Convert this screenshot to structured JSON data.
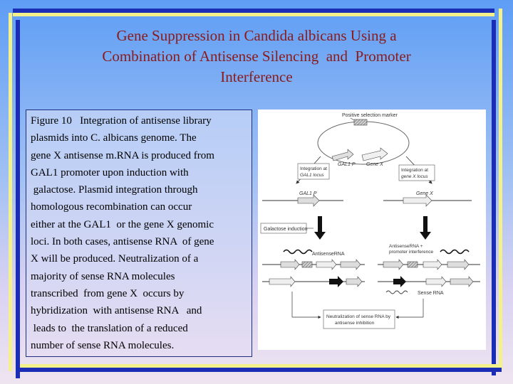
{
  "slide": {
    "title_lines": [
      "Gene Suppression in Candida albicans Using a",
      "Combination of Antisense Silencing  and  Promoter",
      "Interference"
    ],
    "caption_lines": [
      "Figure 10   Integration of antisense library",
      "plasmids into C. albicans genome. The",
      "gene X antisense m.RNA is produced from",
      "GAL1 promoter upon induction with",
      " galactose. Plasmid integration through",
      "homologous recombination can occur",
      "either at the GAL1  or the gene X genomic",
      "loci. In both cases, antisense RNA  of gene",
      "X will be produced. Neutralization of a",
      "majority of sense RNA molecules",
      "transcribed  from gene X  occurs by",
      "hybridization  with antisense RNA   and",
      " leads to  the translation of a reduced",
      "number of sense RNA molecules."
    ]
  },
  "figure": {
    "positive_selection_marker": "Positive selection marker",
    "gal1p_plasmid": "GAL1 P",
    "genex_plasmid": "Gene X",
    "integration_gal1": [
      "Integration at",
      "GAL1 locus"
    ],
    "integration_genex": [
      "Integration at",
      "gene X locus"
    ],
    "gal1p_left": "GAL1 P",
    "genex_right": "Gene X",
    "galactose_induction": "Galactose induction",
    "antisense_rna_left": "AntisenseRNA",
    "antisense_rna_right": [
      "AntisenseRNA +",
      "promoter interference"
    ],
    "sense_rna": "Sense RNA",
    "neutralization": [
      "Neutralization of sense RNA by",
      "antisense inhibition"
    ]
  },
  "colors": {
    "title": "#8b1a1a",
    "border_blue": "#1c2db5",
    "border_yellow": "#f4f08a"
  }
}
